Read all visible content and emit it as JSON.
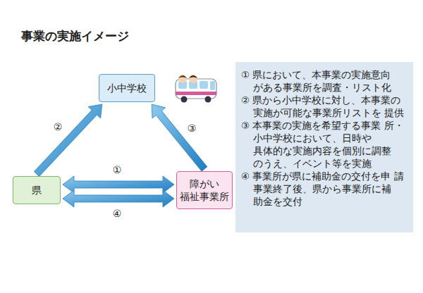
{
  "diagram": {
    "title": "事業の実施イメージ",
    "nodes": [
      {
        "text": [
          "小中学校"
        ]
      },
      {
        "text": [
          "① 県において、本事業の実施意向 がある事業所を調査・リスト化",
          "② 県から小中学校に対し、本事業の 実施が可能な事業所リストを 提供",
          "③ 本事業の実施を希望する事業 所・小中学校において、日時や 具体的な実施内容を個別に調整 のうえ、イベント等を実施",
          "④ 事業所が県に補助金の交付を申 請",
          "事業終了後、県から事業所に補 助金を交付"
        ]
      },
      {
        "text": [
          "県"
        ]
      },
      {
        "text": [
          "障がい 福祉事業所"
        ]
      }
    ],
    "edges": [
      {
        "from": 2,
        "to": 0,
        "label": "②",
        "arrow": "to"
      },
      {
        "from": 3,
        "to": 0,
        "label": "③",
        "arrow": "to"
      },
      {
        "from": 2,
        "to": 3,
        "label": "①",
        "arrow": "both"
      },
      {
        "from": 2,
        "to": 3,
        "label": "④",
        "arrow": "both"
      }
    ]
  }
}
